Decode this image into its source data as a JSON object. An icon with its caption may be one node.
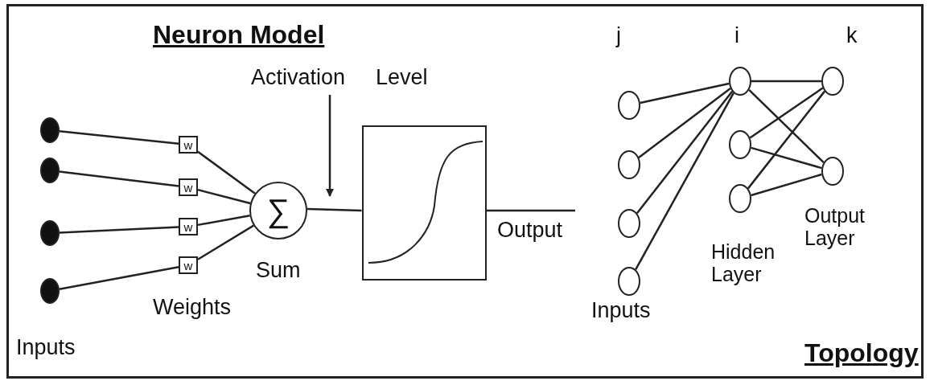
{
  "diagram": {
    "nodes": [
      {
        "text": [],
        "shape": "circle"
      },
      {
        "text": [],
        "shape": "circle"
      },
      {
        "text": [],
        "shape": "circle"
      },
      {
        "text": [],
        "shape": "circle"
      },
      {
        "text": [
          "w"
        ]
      },
      {
        "text": [
          "w"
        ]
      },
      {
        "text": [
          "w"
        ]
      },
      {
        "text": [
          "w"
        ]
      },
      {
        "text": [
          "∑"
        ],
        "beside": [
          "Sum"
        ]
      },
      {
        "text": [],
        "shape": "box"
      },
      {
        "text": [],
        "shape": "circle"
      },
      {
        "text": [],
        "shape": "circle"
      },
      {
        "text": [],
        "shape": "circle"
      },
      {
        "text": [],
        "shape": "circle"
      },
      {
        "text": [],
        "shape": "circle"
      },
      {
        "text": [],
        "shape": "circle"
      },
      {
        "text": [],
        "shape": "circle"
      },
      {
        "text": [],
        "shape": "circle"
      },
      {
        "text": [],
        "shape": "circle"
      }
    ],
    "edges": [
      {
        "from": 0,
        "to": 4,
        "arrow": "none"
      },
      {
        "from": 1,
        "to": 5,
        "arrow": "none"
      },
      {
        "from": 2,
        "to": 6,
        "arrow": "none"
      },
      {
        "from": 3,
        "to": 7,
        "arrow": "none"
      },
      {
        "from": 4,
        "to": 8,
        "arrow": "none"
      },
      {
        "from": 5,
        "to": 8,
        "arrow": "none"
      },
      {
        "from": 6,
        "to": 8,
        "arrow": "none"
      },
      {
        "from": 7,
        "to": 8,
        "arrow": "none"
      },
      {
        "from": 8,
        "to": 9,
        "arrow": "none"
      },
      {
        "from": 9,
        "to": null,
        "arrow": "none"
      },
      {
        "from": 10,
        "to": 14,
        "arrow": "none"
      },
      {
        "from": 11,
        "to": 14,
        "arrow": "none"
      },
      {
        "from": 12,
        "to": 14,
        "arrow": "none"
      },
      {
        "from": 13,
        "to": 14,
        "arrow": "none"
      },
      {
        "from": 14,
        "to": 17,
        "arrow": "none"
      },
      {
        "from": 14,
        "to": 18,
        "arrow": "none"
      },
      {
        "from": 15,
        "to": 17,
        "arrow": "none"
      },
      {
        "from": 15,
        "to": 18,
        "arrow": "none"
      },
      {
        "from": 16,
        "to": 17,
        "arrow": "none"
      },
      {
        "from": 16,
        "to": 18,
        "arrow": "none"
      }
    ],
    "labels": [
      "Neuron Model",
      "j",
      "i",
      "k",
      "Activation",
      "Level",
      "Output Layer",
      "Output",
      "Hidden Layer",
      "Weights",
      "Inputs",
      "Inputs",
      "Topology"
    ]
  }
}
